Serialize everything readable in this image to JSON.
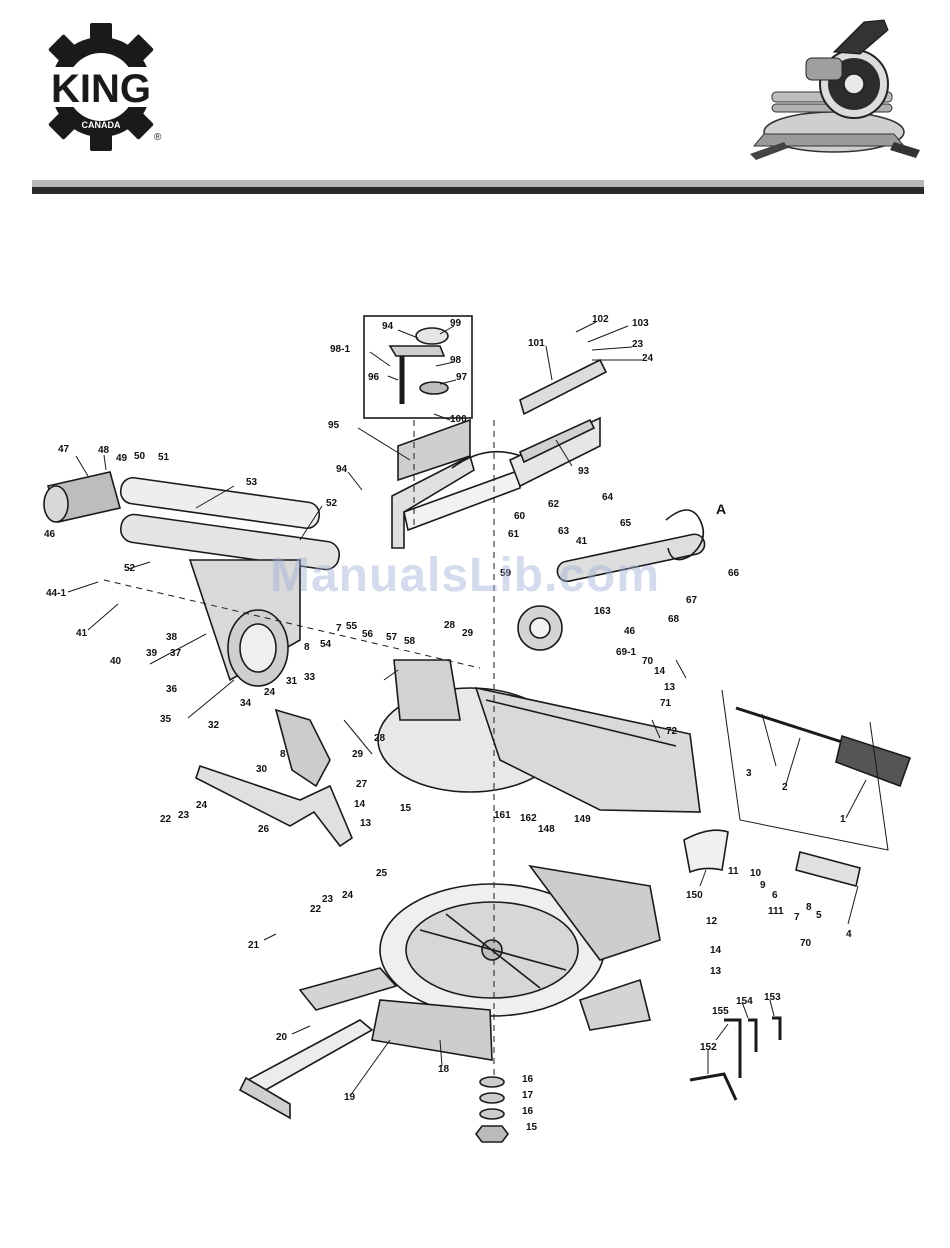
{
  "brand": {
    "logo_text": "KING",
    "logo_subtext": "CANADA",
    "registered_mark": "®"
  },
  "watermark": "ManualsLib.com",
  "callout_A": "A",
  "part_labels": [
    {
      "id": "l99",
      "text": "99"
    },
    {
      "id": "l94a",
      "text": "94"
    },
    {
      "id": "l98-1",
      "text": "98-1"
    },
    {
      "id": "l98",
      "text": "98"
    },
    {
      "id": "l96",
      "text": "96"
    },
    {
      "id": "l97",
      "text": "97"
    },
    {
      "id": "l100",
      "text": "100"
    },
    {
      "id": "l102",
      "text": "102"
    },
    {
      "id": "l103",
      "text": "103"
    },
    {
      "id": "l101",
      "text": "101"
    },
    {
      "id": "l23a",
      "text": "23"
    },
    {
      "id": "l24a",
      "text": "24"
    },
    {
      "id": "l95",
      "text": "95"
    },
    {
      "id": "l93",
      "text": "93"
    },
    {
      "id": "l94b",
      "text": "94"
    },
    {
      "id": "l47",
      "text": "47"
    },
    {
      "id": "l48",
      "text": "48"
    },
    {
      "id": "l49",
      "text": "49"
    },
    {
      "id": "l50",
      "text": "50"
    },
    {
      "id": "l51",
      "text": "51"
    },
    {
      "id": "l53",
      "text": "53"
    },
    {
      "id": "l52a",
      "text": "52"
    },
    {
      "id": "l46a",
      "text": "46"
    },
    {
      "id": "l52b",
      "text": "52"
    },
    {
      "id": "l44-1",
      "text": "44-1"
    },
    {
      "id": "l41a",
      "text": "41"
    },
    {
      "id": "l40",
      "text": "40"
    },
    {
      "id": "l39",
      "text": "39"
    },
    {
      "id": "l38",
      "text": "38"
    },
    {
      "id": "l37",
      "text": "37"
    },
    {
      "id": "l36",
      "text": "36"
    },
    {
      "id": "l35",
      "text": "35"
    },
    {
      "id": "l54",
      "text": "54"
    },
    {
      "id": "l55",
      "text": "55"
    },
    {
      "id": "l7a",
      "text": "7"
    },
    {
      "id": "l8a",
      "text": "8"
    },
    {
      "id": "l56",
      "text": "56"
    },
    {
      "id": "l57",
      "text": "57"
    },
    {
      "id": "l58",
      "text": "58"
    },
    {
      "id": "l60",
      "text": "60"
    },
    {
      "id": "l62",
      "text": "62"
    },
    {
      "id": "l61",
      "text": "61"
    },
    {
      "id": "l63",
      "text": "63"
    },
    {
      "id": "l41b",
      "text": "41"
    },
    {
      "id": "l64",
      "text": "64"
    },
    {
      "id": "l65",
      "text": "65"
    },
    {
      "id": "l66",
      "text": "66"
    },
    {
      "id": "l67",
      "text": "67"
    },
    {
      "id": "l68",
      "text": "68"
    },
    {
      "id": "l59",
      "text": "59"
    },
    {
      "id": "l163",
      "text": "163"
    },
    {
      "id": "l46b",
      "text": "46"
    },
    {
      "id": "l28a",
      "text": "28"
    },
    {
      "id": "l29a",
      "text": "29"
    },
    {
      "id": "l69-1",
      "text": "69-1"
    },
    {
      "id": "l70a",
      "text": "70"
    },
    {
      "id": "l14a",
      "text": "14"
    },
    {
      "id": "l13a",
      "text": "13"
    },
    {
      "id": "l71",
      "text": "71"
    },
    {
      "id": "l72",
      "text": "72"
    },
    {
      "id": "l31",
      "text": "31"
    },
    {
      "id": "l33",
      "text": "33"
    },
    {
      "id": "l24b",
      "text": "24"
    },
    {
      "id": "l34",
      "text": "34"
    },
    {
      "id": "l32",
      "text": "32"
    },
    {
      "id": "l8b",
      "text": "8"
    },
    {
      "id": "l30",
      "text": "30"
    },
    {
      "id": "l28b",
      "text": "28"
    },
    {
      "id": "l29b",
      "text": "29"
    },
    {
      "id": "l27",
      "text": "27"
    },
    {
      "id": "l14b",
      "text": "14"
    },
    {
      "id": "l15a",
      "text": "15"
    },
    {
      "id": "l13b",
      "text": "13"
    },
    {
      "id": "l161",
      "text": "161"
    },
    {
      "id": "l162",
      "text": "162"
    },
    {
      "id": "l148",
      "text": "148"
    },
    {
      "id": "l149",
      "text": "149"
    },
    {
      "id": "l3",
      "text": "3"
    },
    {
      "id": "l2",
      "text": "2"
    },
    {
      "id": "l1",
      "text": "1"
    },
    {
      "id": "l22a",
      "text": "22"
    },
    {
      "id": "l23b",
      "text": "23"
    },
    {
      "id": "l24c",
      "text": "24"
    },
    {
      "id": "l26",
      "text": "26"
    },
    {
      "id": "l25",
      "text": "25"
    },
    {
      "id": "l22b",
      "text": "22"
    },
    {
      "id": "l23c",
      "text": "23"
    },
    {
      "id": "l24d",
      "text": "24"
    },
    {
      "id": "l150",
      "text": "150"
    },
    {
      "id": "l11",
      "text": "11"
    },
    {
      "id": "l10",
      "text": "10"
    },
    {
      "id": "l9",
      "text": "9"
    },
    {
      "id": "l6",
      "text": "6"
    },
    {
      "id": "l111",
      "text": "111"
    },
    {
      "id": "l8c",
      "text": "8"
    },
    {
      "id": "l7b",
      "text": "7"
    },
    {
      "id": "l5",
      "text": "5"
    },
    {
      "id": "l4",
      "text": "4"
    },
    {
      "id": "l12",
      "text": "12"
    },
    {
      "id": "l14c",
      "text": "14"
    },
    {
      "id": "l70b",
      "text": "70"
    },
    {
      "id": "l13c",
      "text": "13"
    },
    {
      "id": "l21",
      "text": "21"
    },
    {
      "id": "l20",
      "text": "20"
    },
    {
      "id": "l18",
      "text": "18"
    },
    {
      "id": "l19",
      "text": "19"
    },
    {
      "id": "l16a",
      "text": "16"
    },
    {
      "id": "l17",
      "text": "17"
    },
    {
      "id": "l16b",
      "text": "16"
    },
    {
      "id": "l15b",
      "text": "15"
    },
    {
      "id": "l155",
      "text": "155"
    },
    {
      "id": "l154",
      "text": "154"
    },
    {
      "id": "l153",
      "text": "153"
    },
    {
      "id": "l152",
      "text": "152"
    }
  ]
}
